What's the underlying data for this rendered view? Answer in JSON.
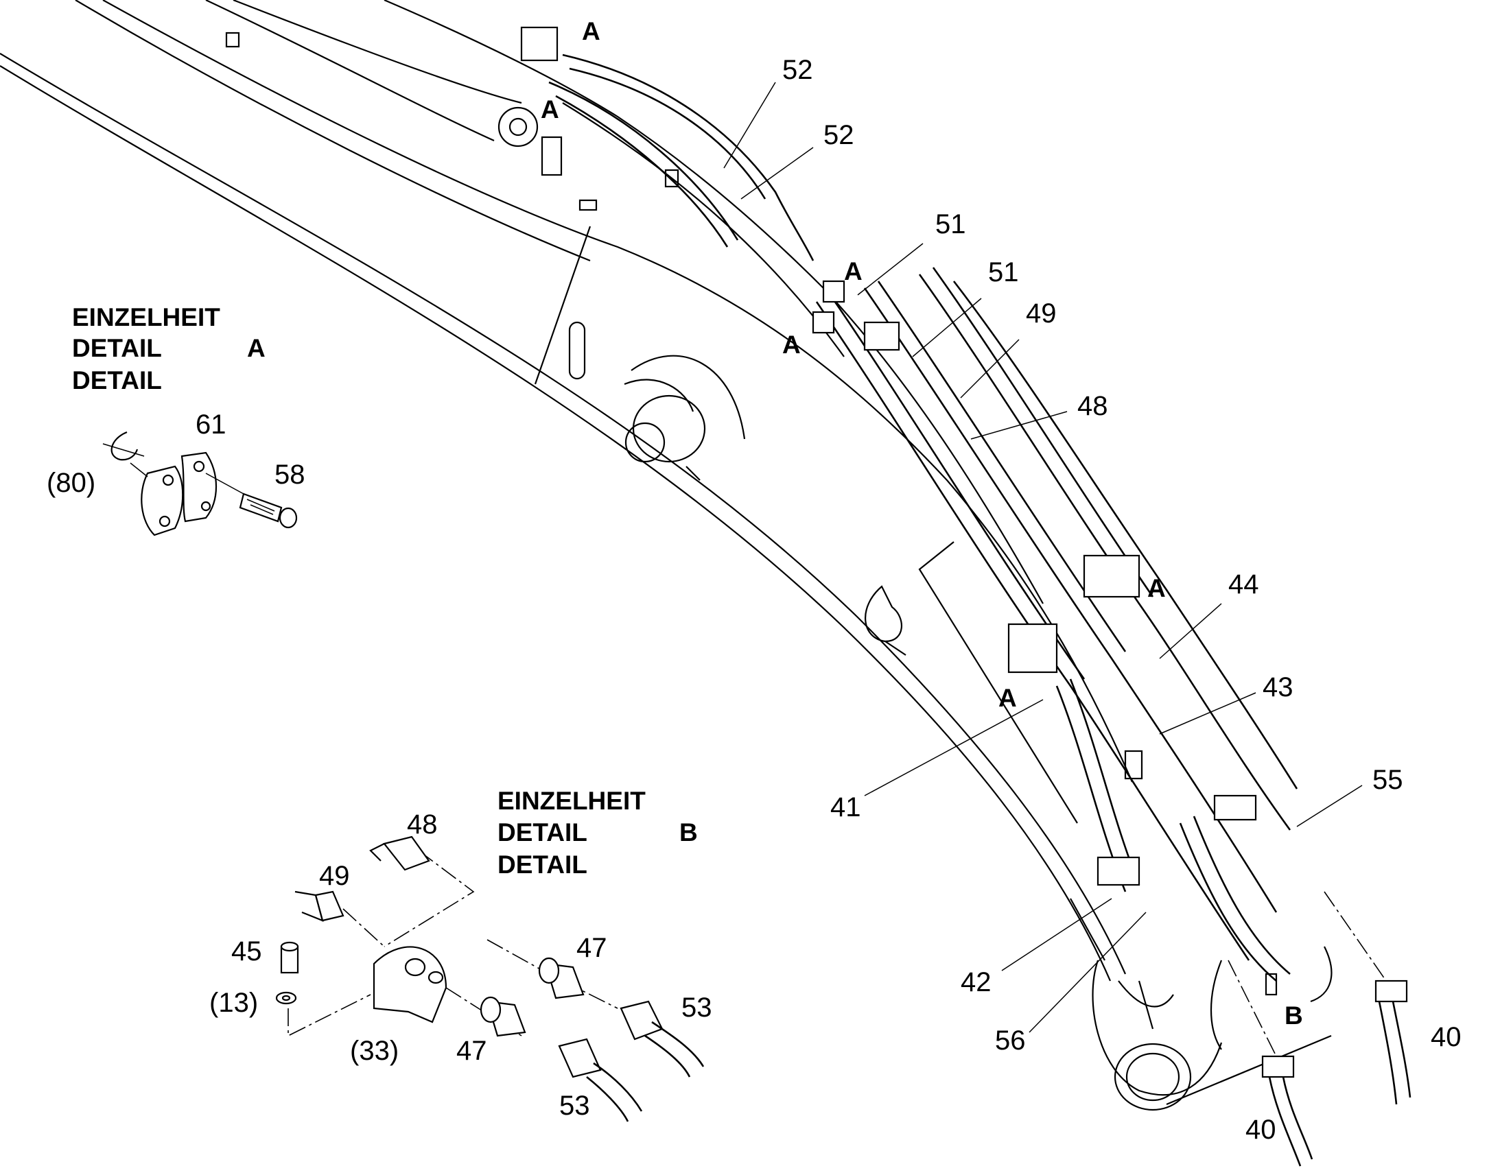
{
  "detail_a": {
    "line1": "EINZELHEIT",
    "line2": "DETAIL",
    "line3": "DETAIL",
    "letter": "A"
  },
  "detail_b": {
    "line1": "EINZELHEIT",
    "line2": "DETAIL",
    "line3": "DETAIL",
    "letter": "B"
  },
  "markers": {
    "a": "A",
    "b": "B"
  },
  "callouts": {
    "n52": "52",
    "n51": "51",
    "n49": "49",
    "n48": "48",
    "n44": "44",
    "n43": "43",
    "n55": "55",
    "n41": "41",
    "n42": "42",
    "n56": "56",
    "n40": "40",
    "n61": "61",
    "n58": "58",
    "n80": "(80)",
    "n47": "47",
    "n53": "53",
    "n45": "45",
    "n13": "(13)",
    "n33": "(33)"
  }
}
